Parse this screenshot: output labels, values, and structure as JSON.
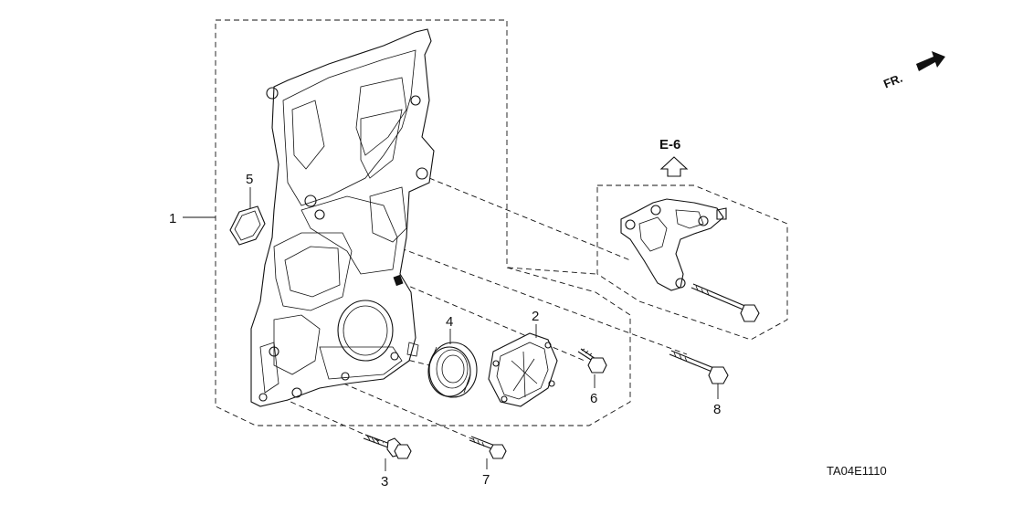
{
  "diagram": {
    "title_code": "TA04E1110",
    "reference": "E-6",
    "direction_label": "FR.",
    "part_numbers": {
      "p1": "1",
      "p2": "2",
      "p3": "3",
      "p4": "4",
      "p5": "5",
      "p6": "6",
      "p7": "7",
      "p8": "8"
    }
  }
}
